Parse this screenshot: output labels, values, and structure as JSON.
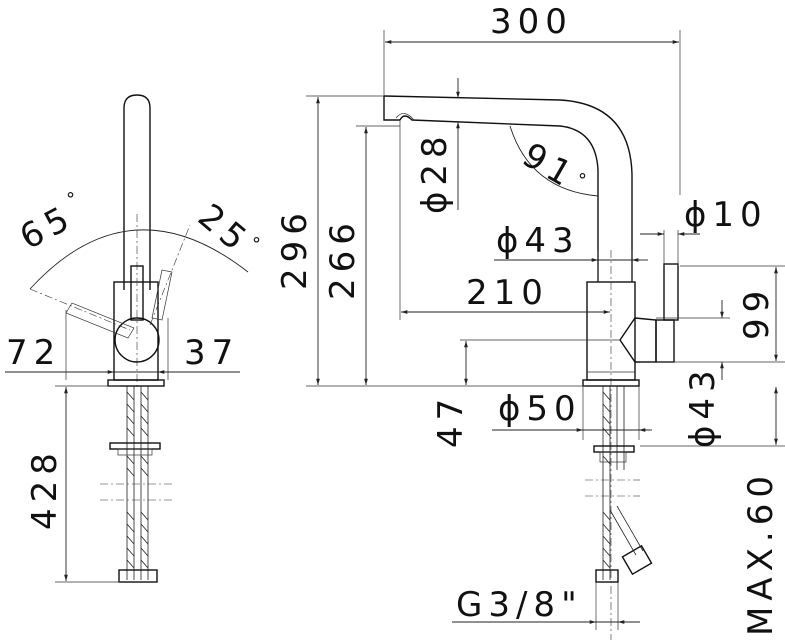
{
  "drawing": {
    "front": {
      "angle_left": "65",
      "angle_right": "25",
      "degree": "°",
      "width_left": "72",
      "width_right": "37",
      "hose_length": "428"
    },
    "side": {
      "reach": "300",
      "height_total": "296",
      "height_spout": "266",
      "spout_diameter": "ϕ28",
      "spout_angle": "91",
      "degree": "°",
      "lever_diameter": "ϕ10",
      "body_upper_diameter": "ϕ43",
      "spout_reach": "210",
      "lever_height": "99",
      "lever_diameter_2": "ϕ43",
      "base_height": "47",
      "base_diameter": "ϕ50",
      "thread": "G3/8\"",
      "max_thickness": "MAX.60"
    }
  }
}
